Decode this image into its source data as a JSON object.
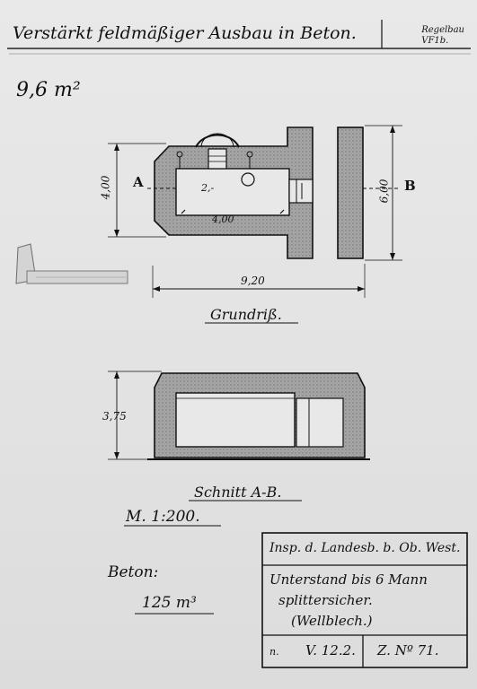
{
  "header": {
    "title": "Verstärkt feldmäßiger Ausbau in Beton.",
    "regelbau_line1": "Regelbau",
    "regelbau_line2": "VF1b."
  },
  "plan": {
    "area_note": "9,6 m²",
    "section_label_a": "A",
    "section_label_b": "B",
    "dim_height": "4,00",
    "dim_outer_height": "6,00",
    "dim_length": "9,20",
    "dim_inner_length": "4,00",
    "dim_inner_width": "2,-",
    "caption": "Grundriß."
  },
  "section": {
    "dim_height": "3,75",
    "caption": "Schnitt A-B."
  },
  "scale": "M. 1:200.",
  "concrete": {
    "label": "Beton:",
    "volume": "125 m³"
  },
  "title_block": {
    "authority": "Insp. d. Landesb. b. Ob. West.",
    "desc_line1": "Unterstand bis 6 Mann",
    "desc_line2": "splittersicher.",
    "desc_line3": "(Wellblech.)",
    "date_prefix": "n.",
    "date": "V. 12.2.",
    "drawing_no": "Z. Nº 71."
  },
  "colors": {
    "paper": "#e6e6e6",
    "ink": "#111111",
    "concrete_fill": "#a9a9a9"
  }
}
